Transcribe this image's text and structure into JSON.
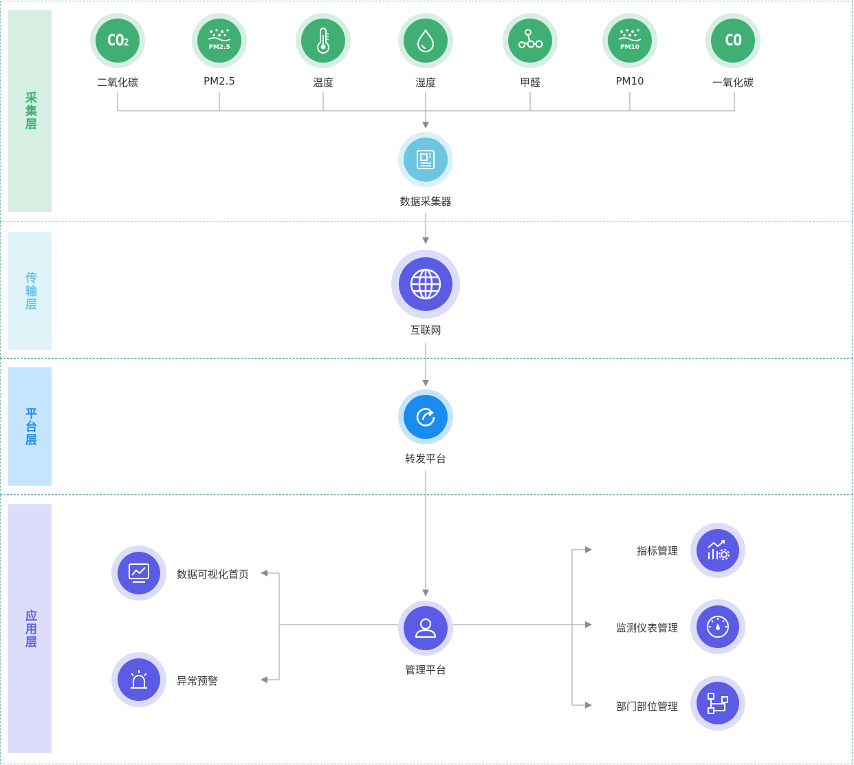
{
  "layers": {
    "collect": {
      "label": "采集层",
      "color": "#3faf74",
      "bg": "#d7efe3"
    },
    "transfer": {
      "label": "传输层",
      "color": "#6cc6e2",
      "bg": "#e0f3f9"
    },
    "platform": {
      "label": "平台层",
      "color": "#1a8cf0",
      "bg": "#c5e4fd"
    },
    "application": {
      "label": "应用层",
      "color": "#5b5ce6",
      "bg": "#dcdcfb"
    }
  },
  "sensors": [
    {
      "label": "二氧化碳",
      "icon": "co2-icon",
      "glyph_main": "CO",
      "glyph_sub": "2"
    },
    {
      "label": "PM2.5",
      "icon": "pm25-icon",
      "glyph_main": "PM2.5"
    },
    {
      "label": "温度",
      "icon": "thermometer-icon"
    },
    {
      "label": "湿度",
      "icon": "water-drop-icon"
    },
    {
      "label": "甲醛",
      "icon": "molecule-icon"
    },
    {
      "label": "PM10",
      "icon": "pm10-icon",
      "glyph_main": "PM10"
    },
    {
      "label": "一氧化碳",
      "icon": "co-icon",
      "glyph_main": "CO"
    }
  ],
  "collector": {
    "label": "数据采集器",
    "icon": "data-collector-icon"
  },
  "internet": {
    "label": "互联网",
    "icon": "globe-icon"
  },
  "forward": {
    "label": "转发平台",
    "icon": "forward-arrow-icon"
  },
  "manage": {
    "label": "管理平台",
    "icon": "user-icon"
  },
  "left_apps": [
    {
      "label": "数据可视化首页",
      "icon": "chart-monitor-icon"
    },
    {
      "label": "异常预警",
      "icon": "alarm-icon"
    }
  ],
  "right_apps": [
    {
      "label": "指标管理",
      "icon": "chart-gear-icon"
    },
    {
      "label": "监测仪表管理",
      "icon": "gauge-icon"
    },
    {
      "label": "部门部位管理",
      "icon": "org-structure-icon"
    }
  ],
  "colors": {
    "green_ring": "#d7efe3",
    "green": "#3faf74",
    "cyan_ring": "#d8f0f8",
    "cyan": "#6cc6e2",
    "purple_ring": "#dcdcfb",
    "purple": "#5b5ce6",
    "blue_ring": "#c5e4fd",
    "blue": "#1a8cf0",
    "line": "#8c8c8c"
  }
}
